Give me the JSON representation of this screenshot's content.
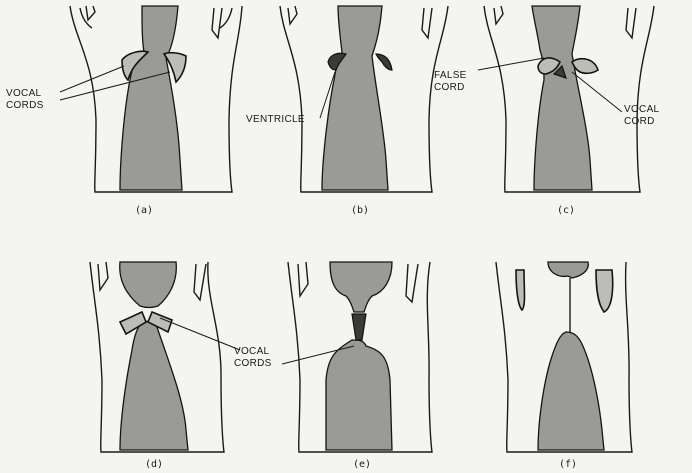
{
  "panels": [
    {
      "id": "a",
      "caption": "(a)"
    },
    {
      "id": "b",
      "caption": "(b)"
    },
    {
      "id": "c",
      "caption": "(c)"
    },
    {
      "id": "d",
      "caption": "(d)"
    },
    {
      "id": "e",
      "caption": "(e)"
    },
    {
      "id": "f",
      "caption": "(f)"
    }
  ],
  "labels": {
    "vocal_cords_a": "VOCAL\nCORDS",
    "ventricle": "VENTRICLE",
    "false_cord": "FALSE\nCORD",
    "vocal_cord_c": "VOCAL\nCORD",
    "vocal_cords_de": "VOCAL\nCORDS"
  },
  "colors": {
    "ink": "#1a1a1a",
    "airway_fill": "#9a9a96",
    "paper": "#f4f4f1"
  }
}
